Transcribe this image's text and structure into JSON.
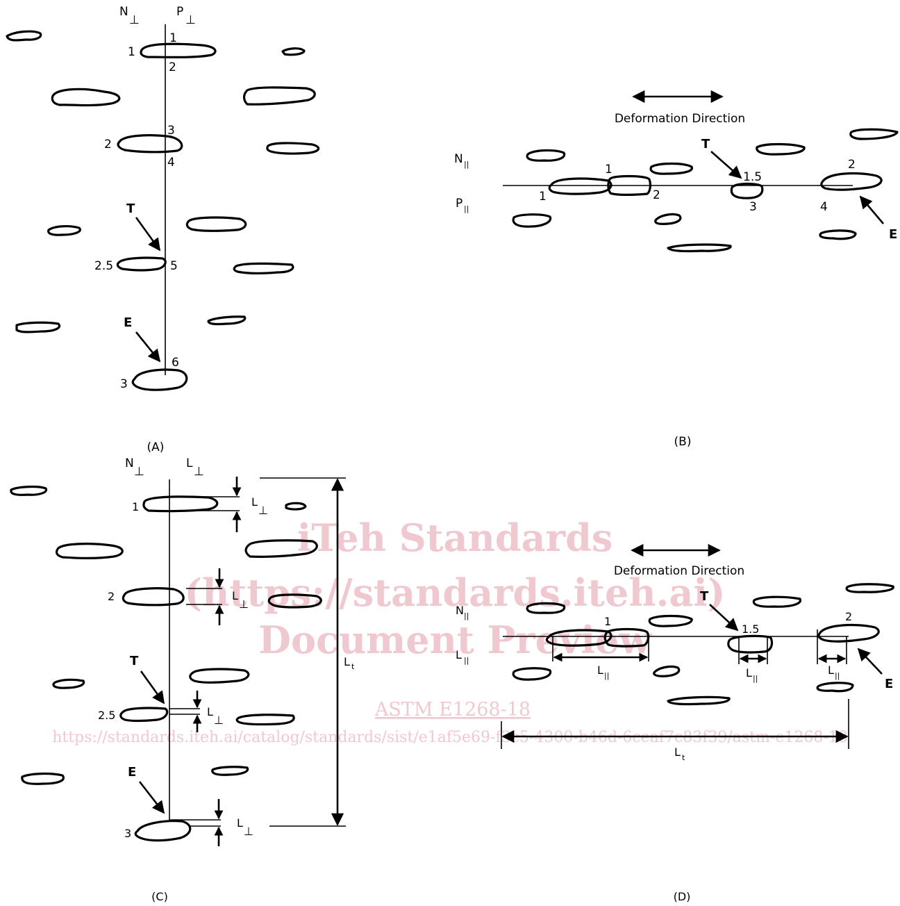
{
  "watermark": {
    "line1": "iTeh Standards",
    "line2": "(https://standards.iteh.ai)",
    "line3": "Document Preview",
    "line4": "ASTM E1268-18",
    "line5": "https://standards.iteh.ai/catalog/standards/sist/e1af5e69-f3c5-4300-b46d-6ceaf7c83f39/astm-e1268-18"
  },
  "panel_a": {
    "caption": "(A)",
    "n_label": "N",
    "p_label": "P",
    "perp_symbol": "⊥",
    "particle_counts": [
      "1",
      "2",
      "2.5",
      "3"
    ],
    "intersection_counts": [
      "1",
      "2",
      "3",
      "4",
      "5",
      "6"
    ],
    "t_label": "T",
    "e_label": "E"
  },
  "panel_b": {
    "caption": "(B)",
    "deformation_label": "Deformation Direction",
    "n_label": "N",
    "p_label": "P",
    "par_symbol": "||",
    "particle_counts": [
      "1",
      "1.5",
      "2"
    ],
    "intersection_counts": [
      "1",
      "2",
      "3",
      "4"
    ],
    "t_label": "T",
    "e_label": "E"
  },
  "panel_c": {
    "caption": "(C)",
    "n_label": "N",
    "l_label": "L",
    "perp_symbol": "⊥",
    "particle_counts": [
      "1",
      "2",
      "2.5",
      "3"
    ],
    "length_label": "L",
    "total_label": "L",
    "total_sub": "t",
    "t_label": "T",
    "e_label": "E"
  },
  "panel_d": {
    "caption": "(D)",
    "deformation_label": "Deformation Direction",
    "n_label": "N",
    "l_label": "L",
    "par_symbol": "||",
    "particle_counts": [
      "1",
      "1.5",
      "2"
    ],
    "length_label": "L",
    "total_label": "L",
    "total_sub": "t",
    "t_label": "T",
    "e_label": "E"
  }
}
